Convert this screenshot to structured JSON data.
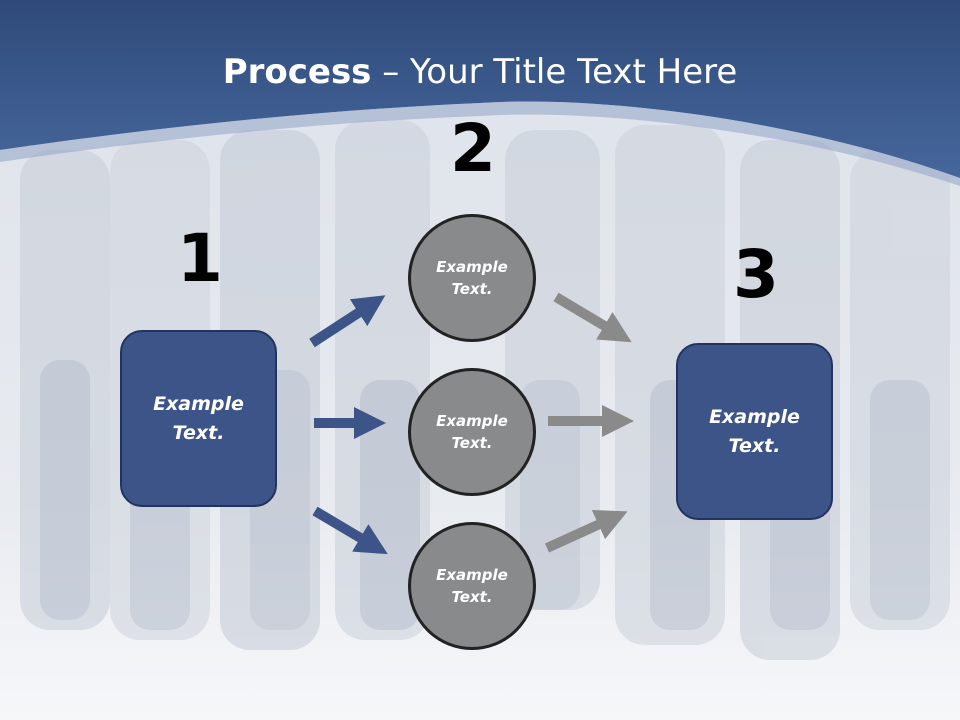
{
  "title": {
    "bold": "Process",
    "rest": " – Your Title Text Here"
  },
  "steps": [
    {
      "number": "1",
      "label": "Example\nText."
    },
    {
      "number": "2"
    },
    {
      "number": "3",
      "label": "Example\nText."
    }
  ],
  "circles": [
    {
      "label": "Example\nText."
    },
    {
      "label": "Example\nText."
    },
    {
      "label": "Example\nText."
    }
  ],
  "colors": {
    "header": "#3d5a8f",
    "box": "#3c5488",
    "circle": "#888a8c",
    "arrow_blue": "#3c5488",
    "arrow_gray": "#8a8a8a"
  }
}
